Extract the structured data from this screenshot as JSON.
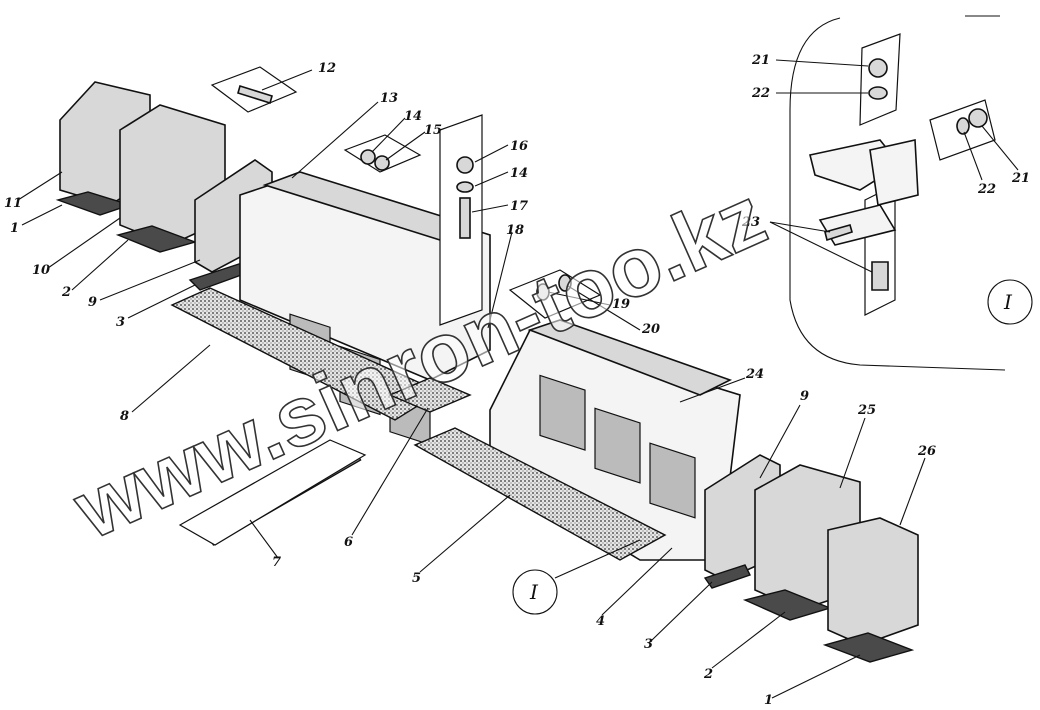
{
  "callouts": {
    "c1": "1",
    "c2": "2",
    "c3": "3",
    "c4": "4",
    "c5": "5",
    "c6": "6",
    "c7": "7",
    "c8": "8",
    "c9": "9",
    "c10": "10",
    "c11": "11",
    "c12": "12",
    "c13": "13",
    "c14": "14",
    "c15": "15",
    "c16": "16",
    "c17": "17",
    "c18": "18",
    "c19": "19",
    "c20": "20",
    "c21": "21",
    "c22": "22",
    "c23": "23",
    "c24": "24",
    "c25": "25",
    "c26": "26"
  },
  "detail_marker": "I",
  "watermark": "www.sinron-too.kz"
}
